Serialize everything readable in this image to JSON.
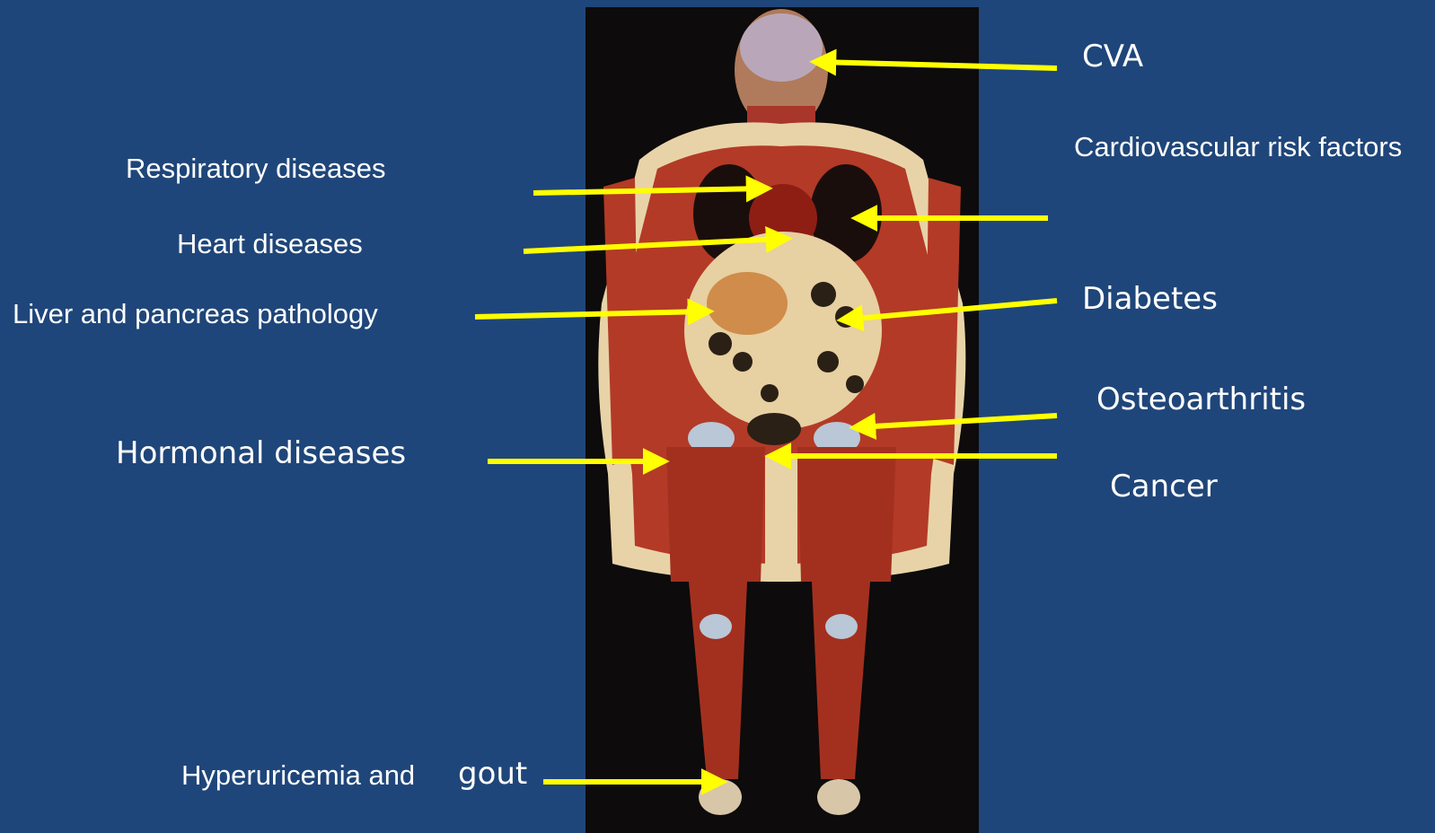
{
  "labels": {
    "cva": "CVA",
    "cardiovascular": "Cardiovascular risk factors",
    "respiratory": "Respiratory diseases",
    "heart": "Heart diseases",
    "liver": "Liver and pancreas pathology",
    "diabetes": "Diabetes",
    "osteoarthritis": "Osteoarthritis",
    "hormonal": "Hormonal diseases",
    "cancer": "Cancer",
    "hyperuricemia": "Hyperuricemia and",
    "gout": "gout"
  },
  "colors": {
    "background": "#1f467a",
    "arrow": "#ffff00",
    "text": "#ffffff"
  }
}
